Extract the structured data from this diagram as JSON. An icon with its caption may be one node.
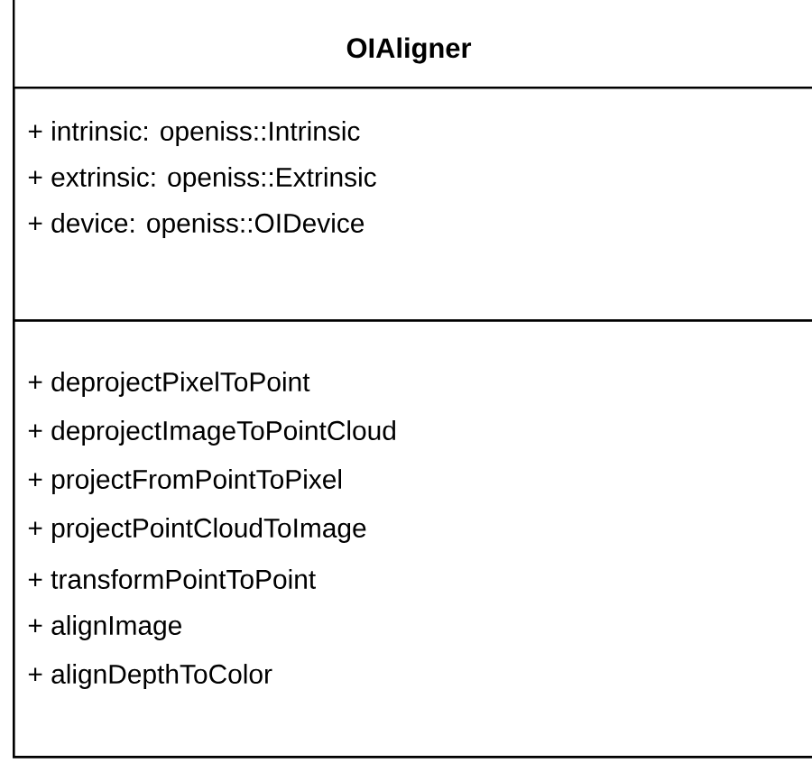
{
  "diagram": {
    "nodes": [
      {
        "text": [
          "OIAligner"
        ]
      },
      {
        "text": [
          "+ intrinsic: openiss::Intrinsic",
          "+ extrinsic: openiss::Extrinsic",
          "+ device: openiss::OIDevice"
        ],
        "in": 0
      },
      {
        "text": [
          "+ deprojectPixelToPoint",
          "+ deprojectImageToPointCloud",
          "+ projectFromPointToPixel",
          "+ projectPointCloudToImage",
          "+ transformPointToPoint",
          "+ alignImage",
          "+ alignDepthToColor"
        ],
        "in": 0
      }
    ]
  }
}
